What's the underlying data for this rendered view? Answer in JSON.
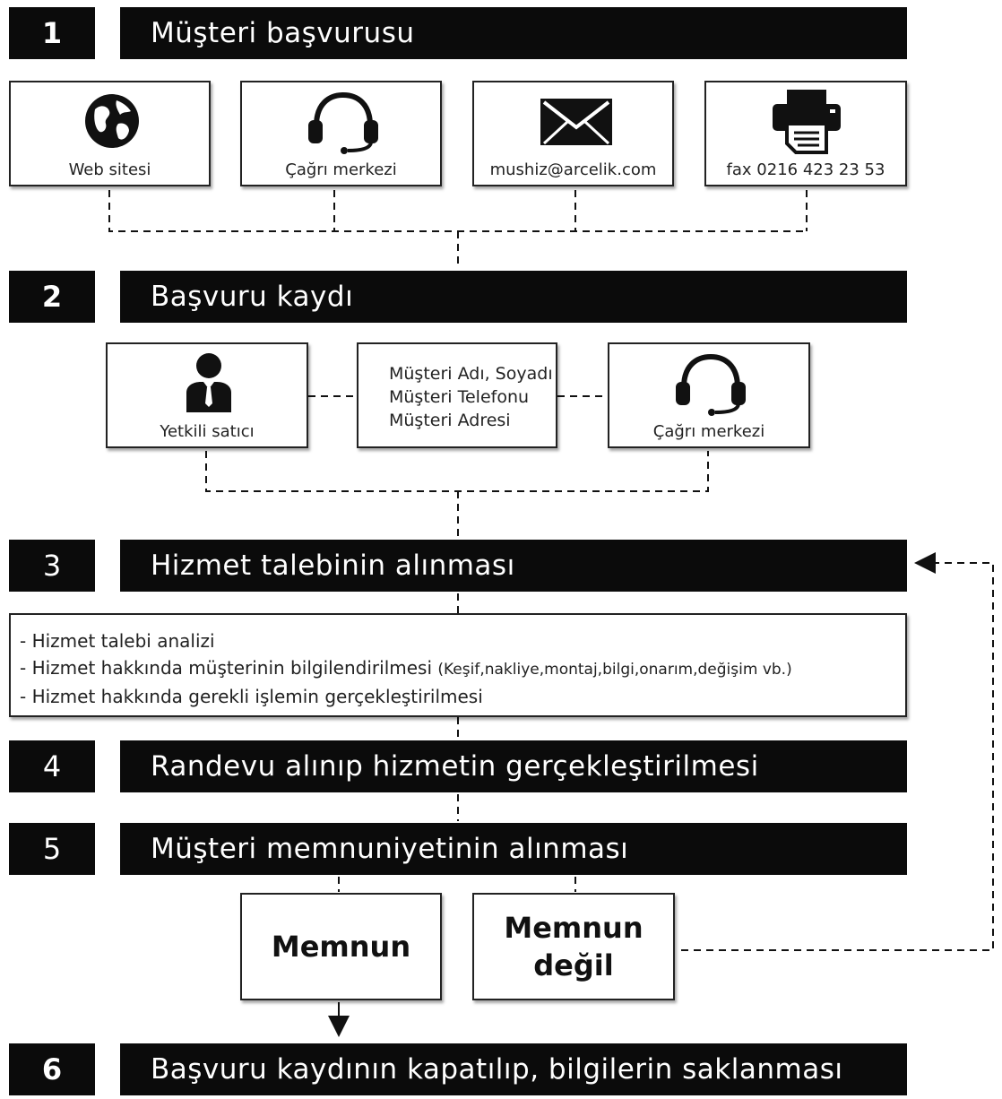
{
  "steps": [
    {
      "number": "1",
      "title": "Müşteri başvurusu"
    },
    {
      "number": "2",
      "title": "Başvuru kaydı"
    },
    {
      "number": "3",
      "title": "Hizmet talebinin alınması"
    },
    {
      "number": "4",
      "title": "Randevu alınıp hizmetin gerçekleştirilmesi"
    },
    {
      "number": "5",
      "title": "Müşteri memnuniyetinin alınması"
    },
    {
      "number": "6",
      "title": "Başvuru kaydının kapatılıp, bilgilerin saklanması"
    }
  ],
  "channels": [
    {
      "label": "Web sitesi",
      "icon": "globe-icon"
    },
    {
      "label": "Çağrı merkezi",
      "icon": "headset-icon"
    },
    {
      "label": "mushiz@arcelik.com",
      "icon": "envelope-icon"
    },
    {
      "label": "fax 0216 423 23 53",
      "icon": "fax-icon"
    }
  ],
  "registration": {
    "dealer": {
      "label": "Yetkili satıcı",
      "icon": "person-icon"
    },
    "info_lines": [
      "Müşteri Adı, Soyadı",
      "Müşteri Telefonu",
      "Müşteri Adresi"
    ],
    "call_center": {
      "label": "Çağrı merkezi",
      "icon": "headset-icon"
    }
  },
  "service_items": [
    "- Hizmet talebi analizi",
    "- Hizmet hakkında müşterinin bilgilendirilmesi",
    "(Keşif,nakliye,montaj,bilgi,onarım,değişim vb.)",
    "- Hizmet hakkında gerekli işlemin gerçekleştirilmesi"
  ],
  "outcomes": {
    "satisfied": "Memnun",
    "not_satisfied_line1": "Memnun",
    "not_satisfied_line2": "değil"
  }
}
